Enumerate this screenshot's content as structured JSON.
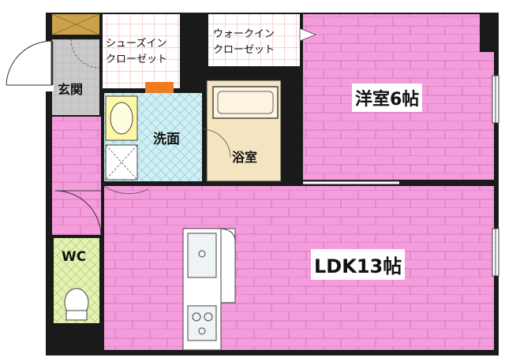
{
  "floorplan": {
    "rooms": {
      "genkan": "玄関",
      "shoes_closet_line1": "シューズイン",
      "shoes_closet_line2": "クローゼット",
      "walkin_closet_line1": "ウォークイン",
      "walkin_closet_line2": "クローゼット",
      "western_room": "洋室6帖",
      "washroom": "洗面",
      "bathroom": "浴室",
      "wc": "WC",
      "ldk": "LDK13帖"
    },
    "colors": {
      "floor_pink": "#f59ddc",
      "wall": "#1a1a1a",
      "tile_cyan": "#cfeff4",
      "bath_tan": "#f5e4c0",
      "wc_green": "#e4f3b4",
      "accent_orange": "#f07a1e",
      "closet_wood": "#c9a24a"
    }
  }
}
